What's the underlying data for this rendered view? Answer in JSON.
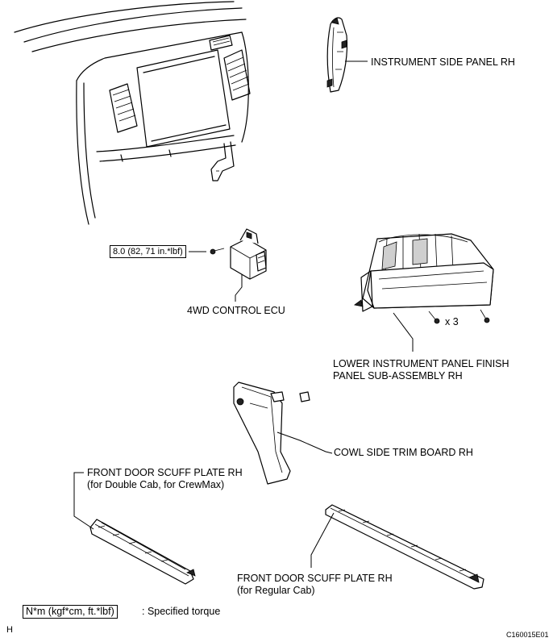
{
  "parts": {
    "instrument_side_panel": "INSTRUMENT SIDE PANEL RH",
    "ecu": "4WD CONTROL ECU",
    "lower_panel_line1": "LOWER INSTRUMENT PANEL FINISH",
    "lower_panel_line2": "PANEL SUB-ASSEMBLY RH",
    "cowl_trim": "COWL SIDE TRIM BOARD RH",
    "scuff_double_line1": "FRONT DOOR SCUFF PLATE RH",
    "scuff_double_line2": "(for Double Cab, for CrewMax)",
    "scuff_regular_line1": "FRONT DOOR SCUFF PLATE RH",
    "scuff_regular_line2": "(for Regular Cab)"
  },
  "torque": {
    "value": "8.0 (82, 71 in.*lbf)"
  },
  "quantity": "x 3",
  "legend": {
    "unit_box": "N*m (kgf*cm, ft.*lbf)",
    "text": ": Specified torque"
  },
  "corner_letter": "H",
  "figure_id": "C160015E01"
}
